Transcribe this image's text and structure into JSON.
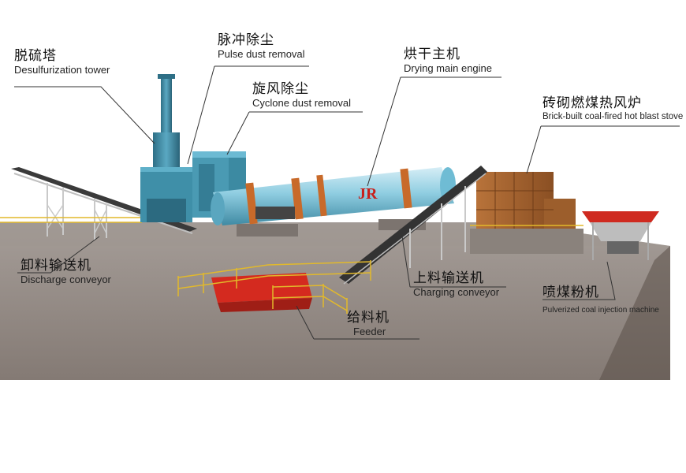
{
  "labels": {
    "desulfurization": {
      "zh": "脱硫塔",
      "en": "Desulfurization tower"
    },
    "pulse": {
      "zh": "脉冲除尘",
      "en": "Pulse dust removal"
    },
    "cyclone": {
      "zh": "旋风除尘",
      "en": "Cyclone dust removal"
    },
    "drying": {
      "zh": "烘干主机",
      "en": "Drying main engine"
    },
    "stove": {
      "zh": "砖砌燃煤热风炉",
      "en": "Brick-built coal-fired hot blast stove"
    },
    "discharge": {
      "zh": "卸料输送机",
      "en": "Discharge conveyor"
    },
    "charging": {
      "zh": "上料输送机",
      "en": "Charging conveyor"
    },
    "pulverized": {
      "zh": "喷煤粉机",
      "en": "Pulverized coal injection machine"
    },
    "feeder": {
      "zh": "给料机",
      "en": "Feeder"
    }
  },
  "colors": {
    "ground": "#8f8782",
    "ground_side": "#5a4e47",
    "drum": "#7ec2d8",
    "tower": "#3f8fa8",
    "brick": "#a0612e",
    "feeder_red": "#d42a1f",
    "rail": "#e2b92b"
  },
  "logo": "JR"
}
